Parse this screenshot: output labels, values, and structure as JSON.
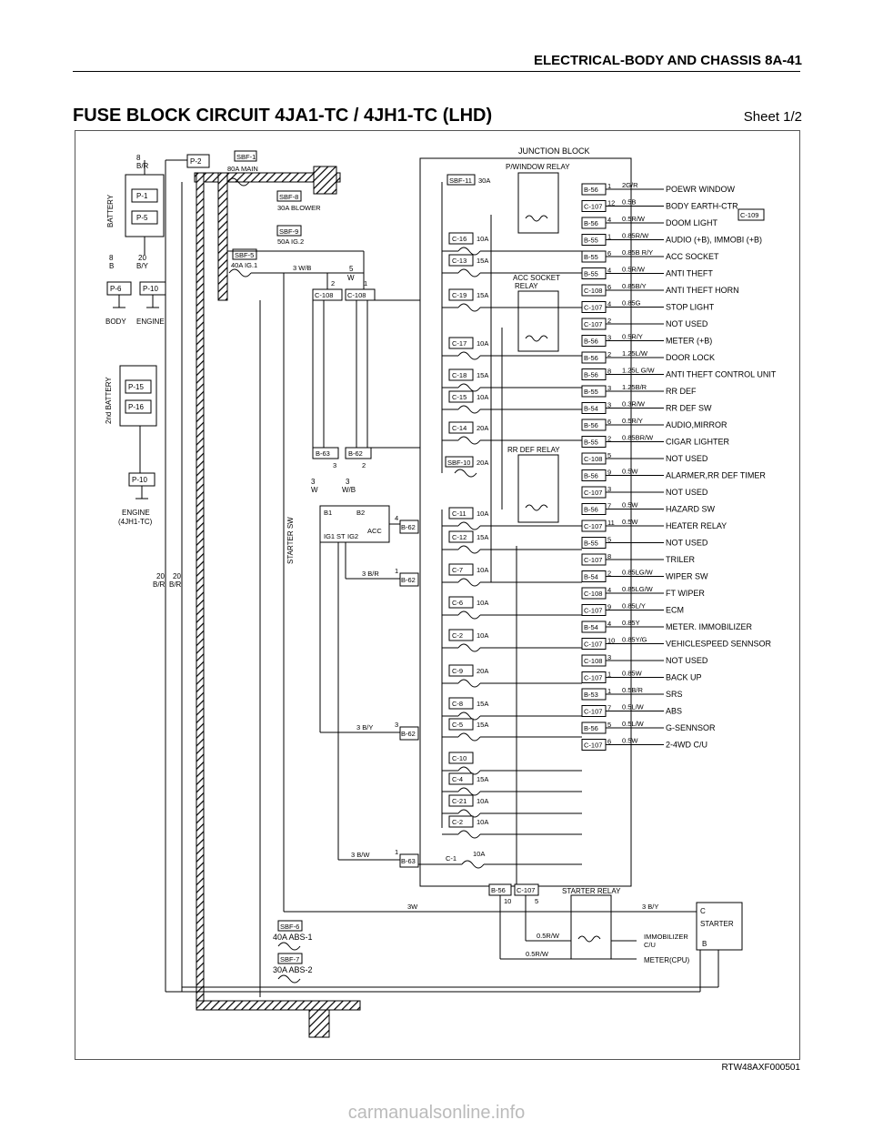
{
  "header": {
    "section": "ELECTRICAL-BODY AND CHASSIS  8A-41"
  },
  "title": "FUSE BLOCK CIRCUIT 4JA1-TC / 4JH1-TC (LHD)",
  "sheet": "Sheet 1/2",
  "reference": "RTW48AXF000501",
  "watermark": "carmanualsonline.info",
  "colors": {
    "hatch": "#000000",
    "frame": "#555555",
    "watermark": "#bbbbbb"
  },
  "labels": {
    "junction_block": "JUNCTION BLOCK",
    "battery": "BATTERY",
    "battery2": "2nd BATTERY",
    "p1": "P-1",
    "p5": "P-5",
    "p2": "P-2",
    "p6": "P-6",
    "p10a": "P-10",
    "p10b": "P-10",
    "p15": "P-15",
    "p16": "P-16",
    "body": "BODY",
    "engine": "ENGINE",
    "engine2": "ENGINE",
    "engine2_sub": "(4JH1-TC)",
    "w8br_n": "8",
    "w8br_c": "B/R",
    "w8b_n": "8",
    "w8b_c": "B",
    "w20by_n": "20",
    "w20by_c": "B/Y",
    "w20br1_n": "20",
    "w20br1_c": "B/R",
    "w20br2_n": "20",
    "w20br2_c": "B/R",
    "sbf1": "SBF-1",
    "sbf1_r": "80A MAIN",
    "sbf8": "SBF-8",
    "sbf8_r": "30A BLOWER",
    "sbf9": "SBF-9",
    "sbf9_r": "50A  IG.2",
    "sbf5": "SBF-5",
    "sbf5_r": "40A IG.1",
    "sbf6": "SBF-6",
    "sbf6_r": "40A ABS-1",
    "sbf7": "SBF-7",
    "sbf7_r": "30A ABS-2",
    "wire_3wb": "3 W/B",
    "c108a": "C-108",
    "c108b": "C-108",
    "pin2": "2",
    "pin1": "1",
    "b63": "B-63",
    "b62": "B-62",
    "pin3": "3",
    "pin2b": "2",
    "w3w_n": "3",
    "w3w_c": "W",
    "w3wb_n": "3",
    "w3wb_c": "W/B",
    "w5w_n": "5",
    "w5w_c": "W",
    "starter_sw": "STARTER SW",
    "sw_b1": "B1",
    "sw_b2": "B2",
    "sw_ig1": "IG1",
    "sw_st": "ST",
    "sw_ig2": "IG2",
    "sw_acc": "ACC",
    "b62_1": "B-62",
    "b62_2": "B-62",
    "b62_3": "B-62",
    "b63_2": "B-63",
    "p4": "4",
    "p1a": "1",
    "p3a": "3",
    "p1b": "1",
    "w_3br": "3 B/R",
    "w_3by": "3 B/Y",
    "w_3bw": "3 B/W",
    "w_3w": "3W",
    "pwin_relay": "P/WINDOW RELAY",
    "acc_relay": "ACC SOCKET",
    "acc_relay2": "RELAY",
    "rrdef_relay": "RR DEF RELAY",
    "starter_relay": "STARTER RELAY",
    "sbf11": "SBF-11",
    "sbf11_r": "30A",
    "sbf10": "SBF-10",
    "sbf10_r": "20A",
    "c1": "C-1",
    "c1_r": "10A",
    "b56_bot": "B-56",
    "c107_bot": "C-107",
    "pin10": "10",
    "pin5": "5",
    "w_3by_st": "3 B/Y",
    "w_05rw_a": "0.5R/W",
    "w_05rw_b": "0.5R/W",
    "imm_cu": "IMMOBILIZER",
    "imm_cu2": "C/U",
    "meter_cpu": "METER(CPU)",
    "st_c": "C",
    "st_name": "STARTER",
    "st_b": "B",
    "c109": "C-109"
  },
  "fuses": [
    {
      "id": "C-16",
      "rating": "10A"
    },
    {
      "id": "C-13",
      "rating": "15A"
    },
    {
      "id": "C-19",
      "rating": "15A"
    },
    {
      "id": "C-17",
      "rating": "10A"
    },
    {
      "id": "C-18",
      "rating": "15A"
    },
    {
      "id": "C-15",
      "rating": "10A"
    },
    {
      "id": "C-14",
      "rating": "20A"
    },
    {
      "id": "C-11",
      "rating": "10A"
    },
    {
      "id": "C-12",
      "rating": "15A"
    },
    {
      "id": "C-7",
      "rating": "10A"
    },
    {
      "id": "C-6",
      "rating": "10A"
    },
    {
      "id": "C-2",
      "rating": "10A"
    },
    {
      "id": "C-9",
      "rating": "20A"
    },
    {
      "id": "C-8",
      "rating": "15A"
    },
    {
      "id": "C-5",
      "rating": "15A"
    },
    {
      "id": "C-10",
      "rating": ""
    },
    {
      "id": "C-4",
      "rating": "15A"
    },
    {
      "id": "C-21",
      "rating": "10A"
    },
    {
      "id": "C-2",
      "rating": "10A"
    }
  ],
  "outputs": [
    {
      "conn": "B-56",
      "pin": "1",
      "wire": "2G/R",
      "label": "POEWR WINDOW"
    },
    {
      "conn": "C-107",
      "pin": "12",
      "wire": "0.5B",
      "label": "BODY EARTH-CTR"
    },
    {
      "conn": "B-56",
      "pin": "4",
      "wire": "0.5R/W",
      "label": "DOOM LIGHT"
    },
    {
      "conn": "B-55",
      "pin": "1",
      "wire": "0.85R/W",
      "label": "AUDIO (+B), IMMOBI (+B)"
    },
    {
      "conn": "B-55",
      "pin": "6",
      "wire": "0.85B R/Y",
      "label": "ACC SOCKET"
    },
    {
      "conn": "B-55",
      "pin": "4",
      "wire": "0.5R/W",
      "label": "ANTI THEFT"
    },
    {
      "conn": "C-108",
      "pin": "6",
      "wire": "0.85B/Y",
      "label": "ANTI THEFT HORN"
    },
    {
      "conn": "C-107",
      "pin": "4",
      "wire": "0.85G",
      "label": "STOP LIGHT"
    },
    {
      "conn": "C-107",
      "pin": "2",
      "wire": "",
      "label": "NOT USED"
    },
    {
      "conn": "B-56",
      "pin": "3",
      "wire": "0.5R/Y",
      "label": "METER (+B)"
    },
    {
      "conn": "B-56",
      "pin": "2",
      "wire": "1.25L/W",
      "label": "DOOR LOCK"
    },
    {
      "conn": "B-56",
      "pin": "8",
      "wire": "1.25L G/W",
      "label": "ANTI THEFT CONTROL UNIT"
    },
    {
      "conn": "B-55",
      "pin": "3",
      "wire": "1.25B/R",
      "label": "RR DEF"
    },
    {
      "conn": "B-54",
      "pin": "3",
      "wire": "0.3R/W",
      "label": "RR DEF SW"
    },
    {
      "conn": "B-56",
      "pin": "6",
      "wire": "0.5R/Y",
      "label": "AUDIO,MIRROR"
    },
    {
      "conn": "B-55",
      "pin": "2",
      "wire": "0.85BR/W",
      "label": "CIGAR LIGHTER"
    },
    {
      "conn": "C-108",
      "pin": "5",
      "wire": "",
      "label": "NOT USED"
    },
    {
      "conn": "B-56",
      "pin": "9",
      "wire": "0.5W",
      "label": "ALARMER,RR DEF TIMER"
    },
    {
      "conn": "C-107",
      "pin": "3",
      "wire": "",
      "label": "NOT USED"
    },
    {
      "conn": "B-56",
      "pin": "7",
      "wire": "0.5W",
      "label": "HAZARD SW"
    },
    {
      "conn": "C-107",
      "pin": "11",
      "wire": "0.5W",
      "label": "HEATER RELAY"
    },
    {
      "conn": "B-55",
      "pin": "5",
      "wire": "",
      "label": "NOT USED"
    },
    {
      "conn": "C-107",
      "pin": "8",
      "wire": "",
      "label": "TRILER"
    },
    {
      "conn": "B-54",
      "pin": "2",
      "wire": "0.85LG/W",
      "label": "WIPER SW"
    },
    {
      "conn": "C-108",
      "pin": "4",
      "wire": "0.85LG/W",
      "label": "FT WIPER"
    },
    {
      "conn": "C-107",
      "pin": "9",
      "wire": "0.85L/Y",
      "label": "ECM"
    },
    {
      "conn": "B-54",
      "pin": "4",
      "wire": "0.85Y",
      "label": "METER. IMMOBILIZER"
    },
    {
      "conn": "C-107",
      "pin": "10",
      "wire": "0.85Y/G",
      "label": "VEHICLESPEED SENNSOR"
    },
    {
      "conn": "C-108",
      "pin": "3",
      "wire": "",
      "label": "NOT USED"
    },
    {
      "conn": "C-107",
      "pin": "1",
      "wire": "0.85W",
      "label": "BACK UP"
    },
    {
      "conn": "B-53",
      "pin": "1",
      "wire": "0.5B/R",
      "label": "SRS"
    },
    {
      "conn": "C-107",
      "pin": "7",
      "wire": "0.5L/W",
      "label": "ABS"
    },
    {
      "conn": "B-56",
      "pin": "5",
      "wire": "0.5L/W",
      "label": "G-SENNSOR"
    },
    {
      "conn": "C-107",
      "pin": "6",
      "wire": "0.5W",
      "label": "2-4WD C/U"
    }
  ]
}
